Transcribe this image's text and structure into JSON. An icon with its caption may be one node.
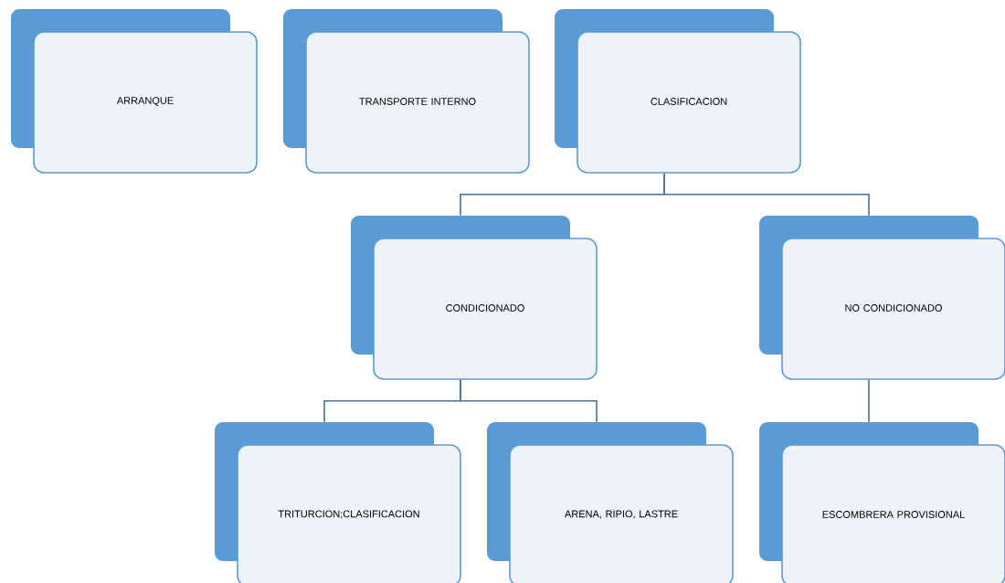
{
  "diagram": {
    "nodes": [
      {
        "text": [
          "ARRANQUE"
        ]
      },
      {
        "text": [
          "TRANSPORTE INTERNO"
        ]
      },
      {
        "text": [
          "CLASIFICACION"
        ]
      },
      {
        "text": [
          "CONDICIONADO"
        ]
      },
      {
        "text": [
          "NO CONDICIONADO"
        ]
      },
      {
        "text": [
          "TRITURCION;CLASIFICACION"
        ]
      },
      {
        "text": [
          "ARENA, RIPIO, LASTRE"
        ]
      },
      {
        "text": [
          "ESCOMBRERA PROVISIONAL"
        ]
      }
    ],
    "edges": [
      {
        "from": 2,
        "to": 3,
        "arrow": "none"
      },
      {
        "from": 2,
        "to": 4,
        "arrow": "none"
      },
      {
        "from": 3,
        "to": 5,
        "arrow": "none"
      },
      {
        "from": 3,
        "to": 6,
        "arrow": "none"
      },
      {
        "from": 4,
        "to": 7,
        "arrow": "none"
      }
    ]
  }
}
